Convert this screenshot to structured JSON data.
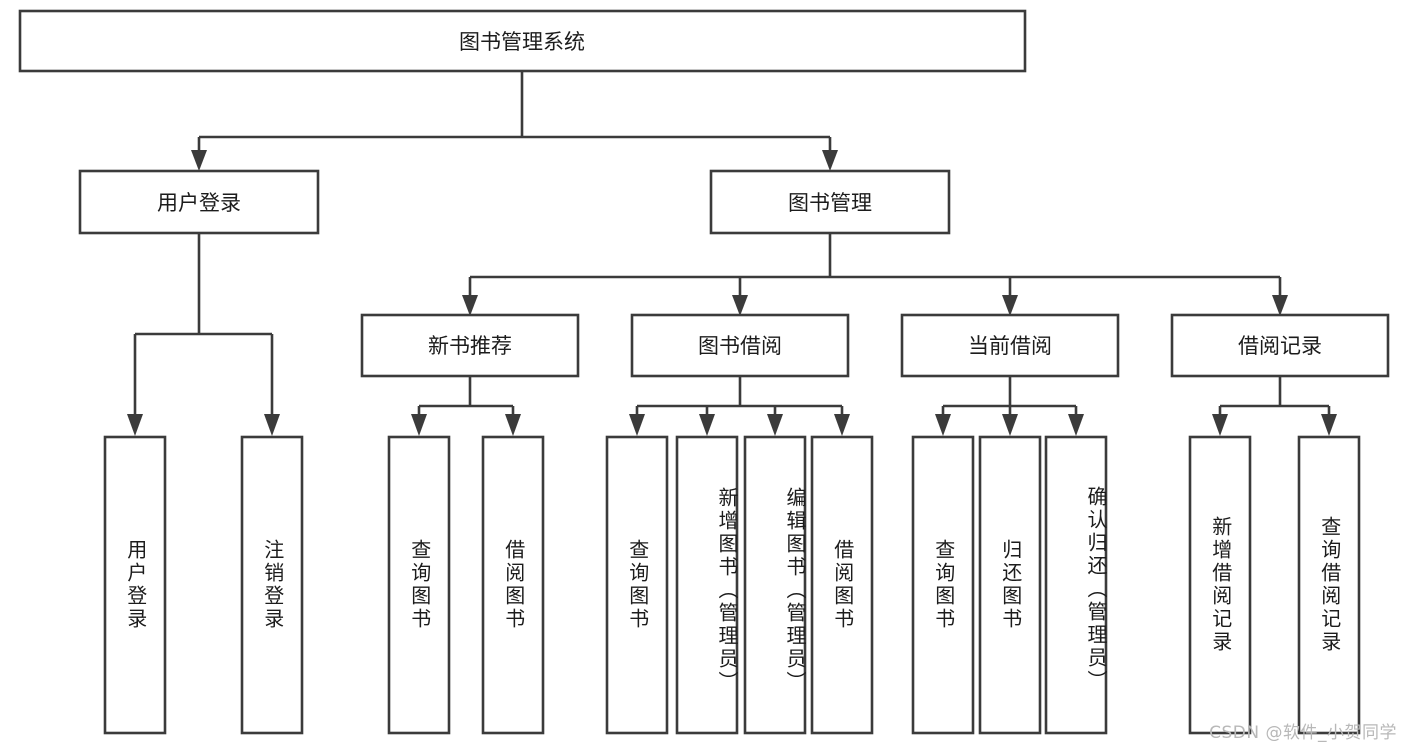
{
  "diagram": {
    "title": "图书管理系统",
    "watermark": "CSDN @软件_小贺同学",
    "colors": {
      "stroke": "#3b3b3b",
      "fill": "#ffffff",
      "text": "#1c1c1c",
      "watermark": "#b8b8b8"
    },
    "root": {
      "label": "图书管理系统"
    },
    "level1": [
      {
        "label": "用户登录"
      },
      {
        "label": "图书管理"
      }
    ],
    "level2": [
      {
        "label": "新书推荐"
      },
      {
        "label": "图书借阅"
      },
      {
        "label": "当前借阅"
      },
      {
        "label": "借阅记录"
      }
    ],
    "leaves": {
      "user_login": [
        {
          "label": "用户登录"
        },
        {
          "label": "注销登录"
        }
      ],
      "new_book": [
        {
          "label": "查询图书"
        },
        {
          "label": "借阅图书"
        }
      ],
      "book_borrow": [
        {
          "label": "查询图书"
        },
        {
          "label": "新增图书（管理员）"
        },
        {
          "label": "编辑图书（管理员）"
        },
        {
          "label": "借阅图书"
        }
      ],
      "current_borrow": [
        {
          "label": "查询图书"
        },
        {
          "label": "归还图书"
        },
        {
          "label": "确认归还（管理员）"
        }
      ],
      "borrow_record": [
        {
          "label": "新增借阅记录"
        },
        {
          "label": "查询借阅记录"
        }
      ]
    }
  }
}
